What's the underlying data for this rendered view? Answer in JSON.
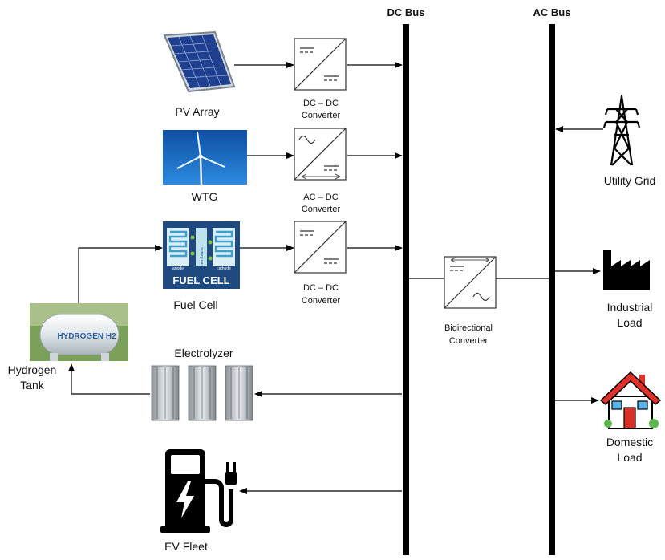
{
  "buses": {
    "dc_label": "DC Bus",
    "ac_label": "AC Bus"
  },
  "sources": {
    "pv_label": "PV Array",
    "wtg_label": "WTG",
    "fuel_cell_label": "Fuel Cell",
    "fuel_cell_logo_text": "FUEL CELL",
    "fuel_cell_anode": "anode",
    "fuel_cell_membrane": "membrane",
    "fuel_cell_cathode": "cathode",
    "hydrogen_tank_line1": "Hydrogen",
    "hydrogen_tank_line2": "Tank",
    "hydrogen_tank_print": "HYDROGEN H2",
    "electrolyzer_label": "Electrolyzer",
    "ev_fleet_label": "EV Fleet"
  },
  "converters": {
    "pv_conv_line1": "DC – DC",
    "pv_conv_line2": "Converter",
    "wtg_conv_line1": "AC – DC",
    "wtg_conv_line2": "Converter",
    "fc_conv_line1": "DC – DC",
    "fc_conv_line2": "Converter",
    "bidir_line1": "Bidirectional",
    "bidir_line2": "Converter"
  },
  "loads": {
    "utility_grid_label": "Utility Grid",
    "industrial_line1": "Industrial",
    "industrial_line2": "Load",
    "domestic_line1": "Domestic",
    "domestic_line2": "Load"
  },
  "colors": {
    "bus": "#000000",
    "solar_panel": "#1f3f8f",
    "sky": "#1a6fc4",
    "fuel_cell_bg": "#1e4a80",
    "fuel_cell_channel": "#9ad3ea",
    "tank": "#e6ecef",
    "house_roof": "#e0302a",
    "house_door": "#d93025"
  }
}
